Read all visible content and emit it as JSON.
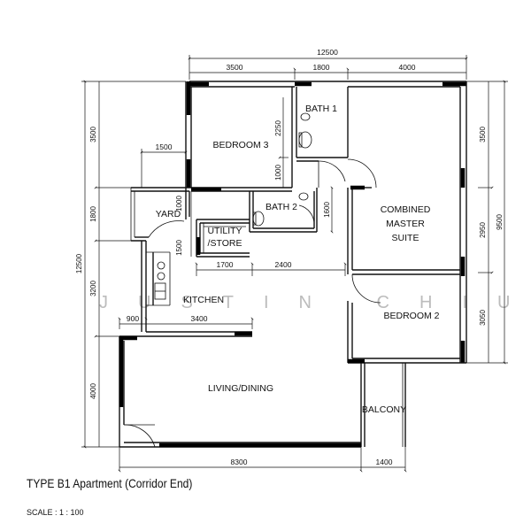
{
  "rooms": {
    "bedroom3": "BEDROOM 3",
    "bath1": "BATH 1",
    "combined_line1": "COMBINED",
    "combined_line2": "MASTER",
    "combined_line3": "SUITE",
    "yard": "YARD",
    "bath2": "BATH 2",
    "utility_line1": "UTILITY",
    "utility_line2": "/STORE",
    "kitchen": "KITCHEN",
    "bedroom2": "BEDROOM 2",
    "living": "LIVING/DINING",
    "balcony": "BALCONY"
  },
  "dimensions": {
    "top_total": "12500",
    "top_1": "3500",
    "top_2": "1800",
    "top_3": "4000",
    "left_total": "12500",
    "left_1": "3500",
    "left_2": "1800",
    "left_3": "3200",
    "left_4": "4000",
    "right_total": "9500",
    "right_1": "3500",
    "right_2": "2950",
    "right_3": "3050",
    "yard_width": "1500",
    "bath1_v1": "2250",
    "bath1_v2": "1000",
    "yard_v1": "1000",
    "yard_v2": "1500",
    "bath2_v": "1600",
    "kitchen_1": "1700",
    "kitchen_2": "2400",
    "kitchen_3": "900",
    "kitchen_4": "3400",
    "bottom_1": "8300",
    "bottom_2": "1400"
  },
  "watermark": "JUSTIN CHIU",
  "title": "TYPE B1 Apartment (Corridor End)",
  "scale": "SCALE : 1 : 100"
}
